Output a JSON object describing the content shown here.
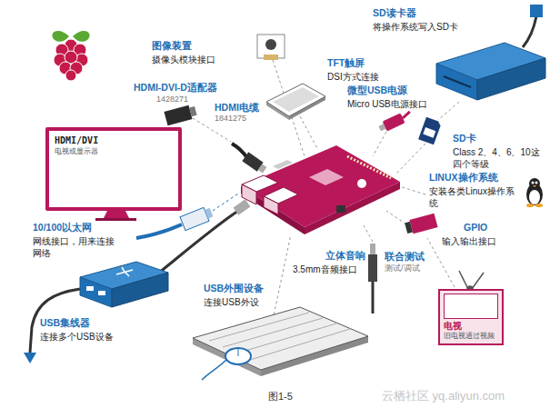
{
  "diagram": {
    "caption": "图1-5",
    "nodes": [
      {
        "text": [
          "HDMI/DVI",
          "电视或显示器"
        ]
      },
      {
        "text": [
          "电视",
          "旧电视通过视频"
        ]
      }
    ],
    "edges": [],
    "labels": [
      "SD读卡器",
      "将操作系统写入SD卡",
      "图像装置",
      "摄像头模块接口",
      "TFT触屏",
      "DSI方式连接",
      "HDMI-DVI-D适配器",
      "1428271",
      "微型USB电源",
      "Micro USB电源接口",
      "HDMI电缆",
      "1841275",
      "SD卡",
      "Class 2、4、6、10这四个等级",
      "LINUX操作系统",
      "安装各类Linux操作系统",
      "10/100以太网",
      "网线接口，用来连接网络",
      "GPIO",
      "输入输出接口",
      "立体音响",
      "3.5mm音频接口",
      "联合测试",
      "测试/调试",
      "USB外围设备",
      "连接USB外设",
      "USB集线器",
      "连接多个USB设备",
      "云栖社区 yq.aliyun.com"
    ]
  }
}
